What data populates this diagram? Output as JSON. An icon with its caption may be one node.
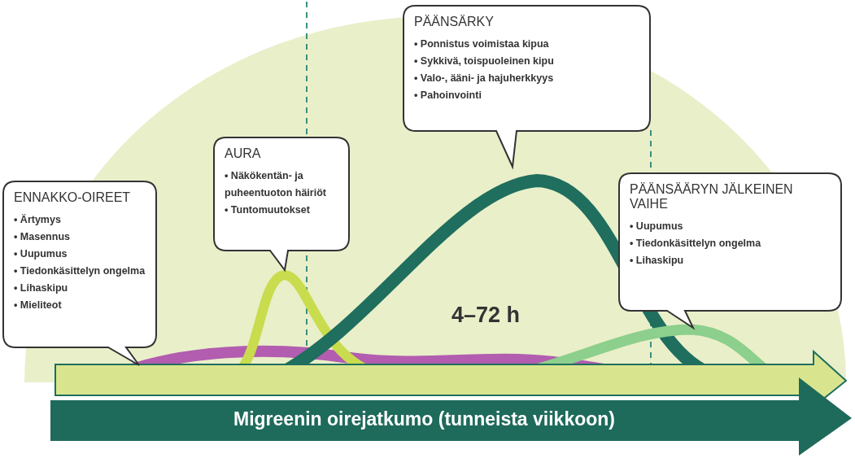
{
  "diagram": {
    "nodes": [
      {
        "text": [
          "ENNAKKO-OIREET",
          "• Ärtymys",
          "• Masennus",
          "• Uupumus",
          "• Tiedonkäsittelyn ongelma",
          "• Lihaskipu",
          "• Mieliteot"
        ]
      },
      {
        "text": [
          "AURA",
          "• Näkökentän- ja puheentuoton häiriöt",
          "• Tuntomuutokset"
        ]
      },
      {
        "text": [
          "PÄÄNSÄRKY",
          "• Ponnistus voimistaa kipua",
          "• Sykkivä, toispuoleinen kipu",
          "• Valo-, ääni- ja hajuherkkyys",
          "• Pahoinvointi"
        ]
      },
      {
        "text": [
          "PÄÄNSÄÄRYN JÄLKEINEN VAIHE",
          "• Uupumus",
          "• Tiedonkäsittelyn ongelma",
          "• Lihaskipu"
        ]
      },
      {
        "text": [
          "Migreenin oirejatkumo (tunneista viikkoon)"
        ]
      }
    ],
    "labels": [
      "4–72 h"
    ]
  }
}
